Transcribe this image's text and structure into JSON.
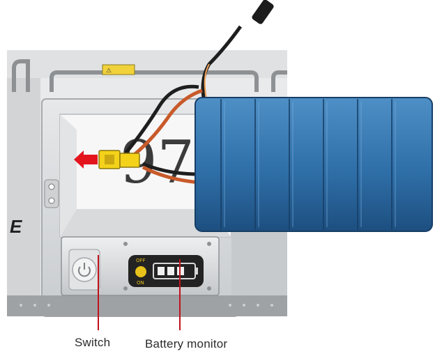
{
  "labels": {
    "switch": "Switch",
    "battery_monitor": "Battery monitor"
  },
  "decor": {
    "frame_number": "97",
    "side_letter": "E",
    "monitor_off": "OFF",
    "monitor_on": "ON",
    "warning_sticker": "⚠ "
  },
  "colors": {
    "callout_line": "#c0121b",
    "arrow": "#e4141d",
    "battery_blue": "#2f6fa8",
    "connector_yellow": "#f4d21a",
    "frame_gray": "#d7d9db"
  }
}
